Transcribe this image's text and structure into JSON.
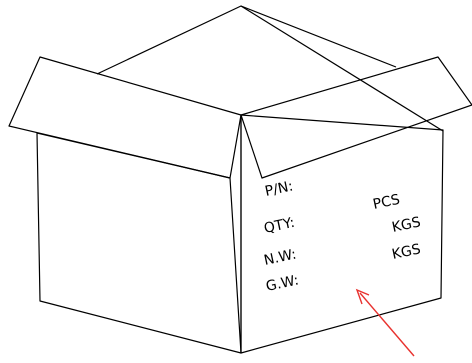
{
  "label_lines": {
    "part_number": "P/N:",
    "quantity": "QTY:",
    "net_weight": "N.W:",
    "gross_weight": "G.W:"
  },
  "units": {
    "pieces": "PCS",
    "net_kgs": "KGS",
    "gross_kgs": "KGS"
  },
  "colors": {
    "outline": "#000000",
    "arrow": "#e8322f",
    "background": "#ffffff"
  }
}
